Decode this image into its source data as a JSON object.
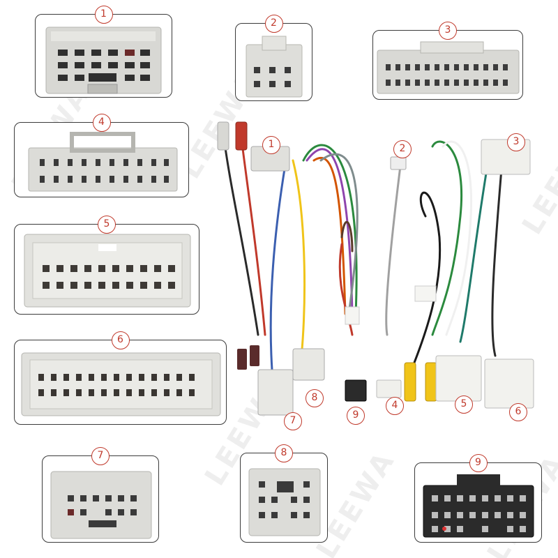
{
  "watermark": "LEEWA",
  "colors": {
    "badge": "#c0392b",
    "frame": "#3a3a3a",
    "connector_body": "#dcdcd8",
    "pin_hole": "#2e2e2e"
  },
  "connectors": [
    {
      "number": "1"
    },
    {
      "number": "2"
    },
    {
      "number": "3"
    },
    {
      "number": "4"
    },
    {
      "number": "5"
    },
    {
      "number": "6"
    },
    {
      "number": "7"
    },
    {
      "number": "8"
    },
    {
      "number": "9"
    }
  ],
  "harness_labels": [
    "1",
    "2",
    "3",
    "4",
    "5",
    "6",
    "7",
    "8",
    "9"
  ]
}
